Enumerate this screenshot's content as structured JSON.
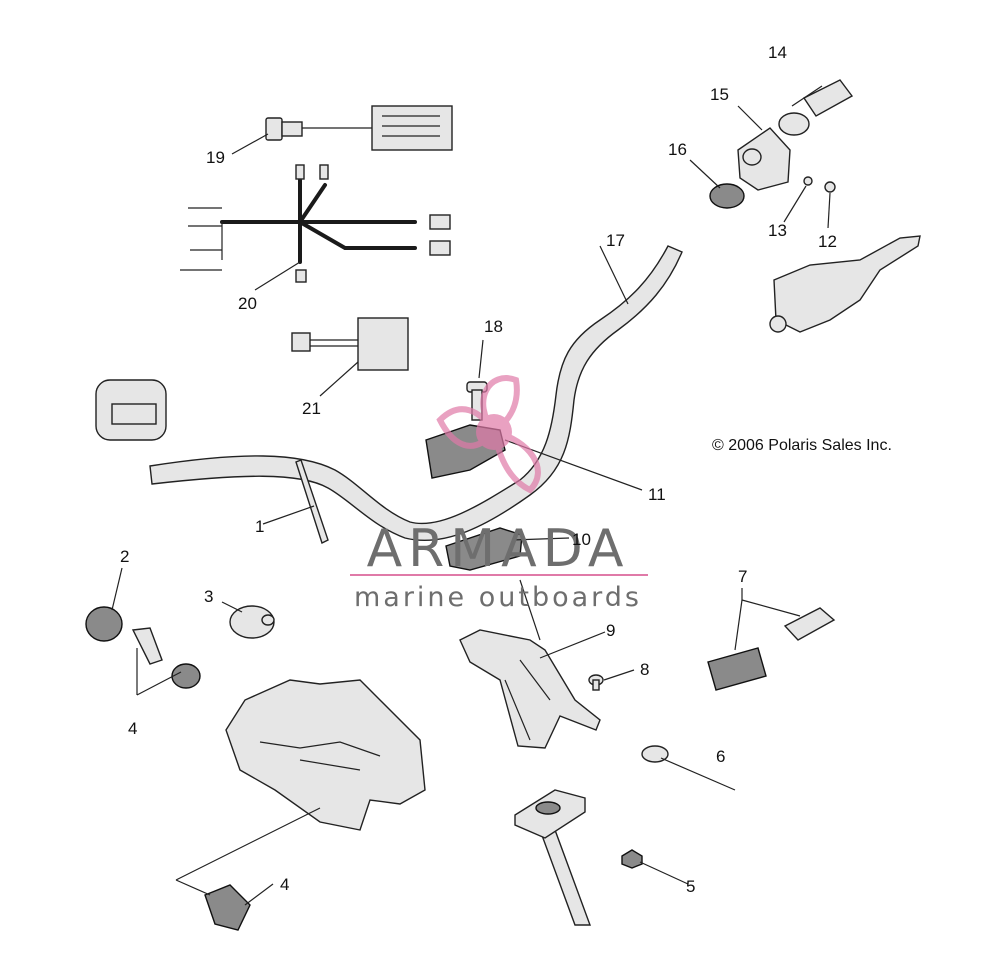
{
  "diagram": {
    "copyright": "© 2006 Polaris Sales Inc.",
    "callouts": [
      {
        "id": "c1",
        "label": "1"
      },
      {
        "id": "c2",
        "label": "2"
      },
      {
        "id": "c3",
        "label": "3"
      },
      {
        "id": "c4a",
        "label": "4"
      },
      {
        "id": "c4b",
        "label": "4"
      },
      {
        "id": "c5",
        "label": "5"
      },
      {
        "id": "c6",
        "label": "6"
      },
      {
        "id": "c7",
        "label": "7"
      },
      {
        "id": "c8",
        "label": "8"
      },
      {
        "id": "c9",
        "label": "9"
      },
      {
        "id": "c10",
        "label": "10"
      },
      {
        "id": "c11",
        "label": "11"
      },
      {
        "id": "c12",
        "label": "12"
      },
      {
        "id": "c13",
        "label": "13"
      },
      {
        "id": "c14",
        "label": "14"
      },
      {
        "id": "c15",
        "label": "15"
      },
      {
        "id": "c16",
        "label": "16"
      },
      {
        "id": "c17",
        "label": "17"
      },
      {
        "id": "c18",
        "label": "18"
      },
      {
        "id": "c19",
        "label": "19"
      },
      {
        "id": "c20",
        "label": "20"
      },
      {
        "id": "c21",
        "label": "21"
      }
    ]
  },
  "watermark": {
    "brand": "ARMADA",
    "tagline": "marine outboards",
    "accent_color": "#e07aa8"
  }
}
